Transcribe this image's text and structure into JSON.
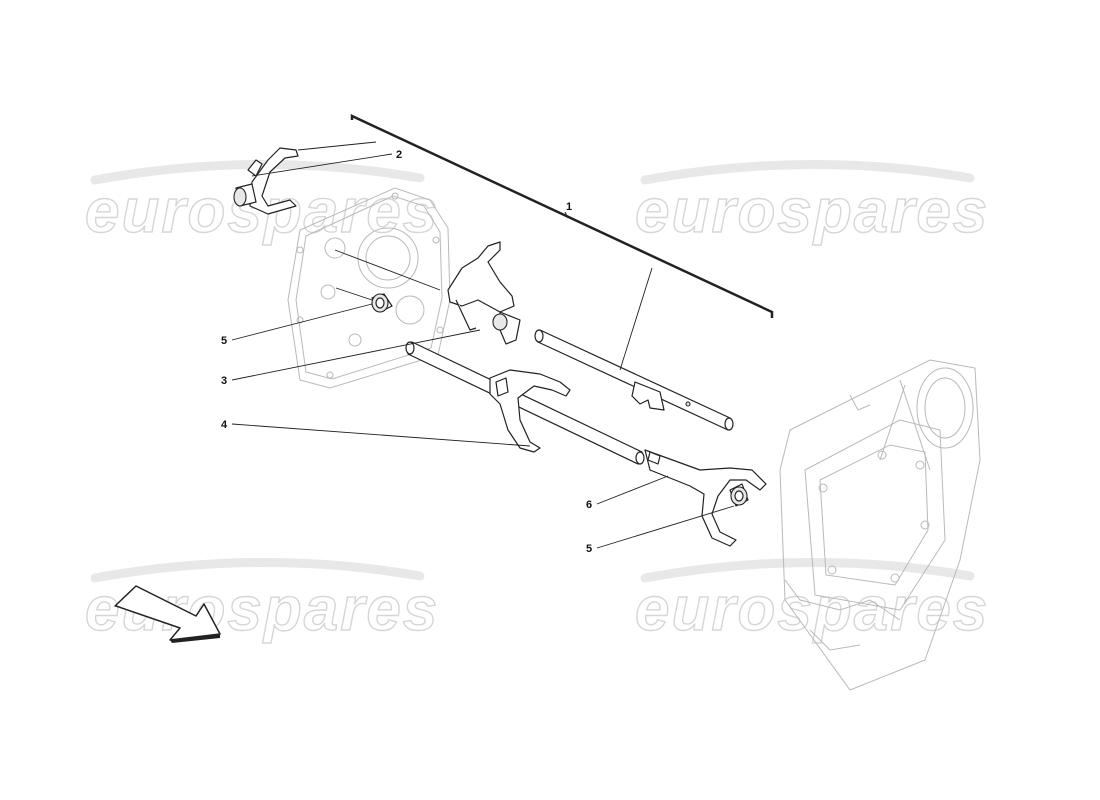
{
  "watermark": {
    "text": "eurospares"
  },
  "callouts": [
    {
      "id": "1",
      "label": "1"
    },
    {
      "id": "2",
      "label": "2"
    },
    {
      "id": "5a",
      "label": "5"
    },
    {
      "id": "3",
      "label": "3"
    },
    {
      "id": "4",
      "label": "4"
    },
    {
      "id": "6",
      "label": "6"
    },
    {
      "id": "5b",
      "label": "5"
    }
  ],
  "colors": {
    "line": "#222222",
    "faint_line": "#b9b9b9",
    "watermark": "#c9c9c9"
  }
}
